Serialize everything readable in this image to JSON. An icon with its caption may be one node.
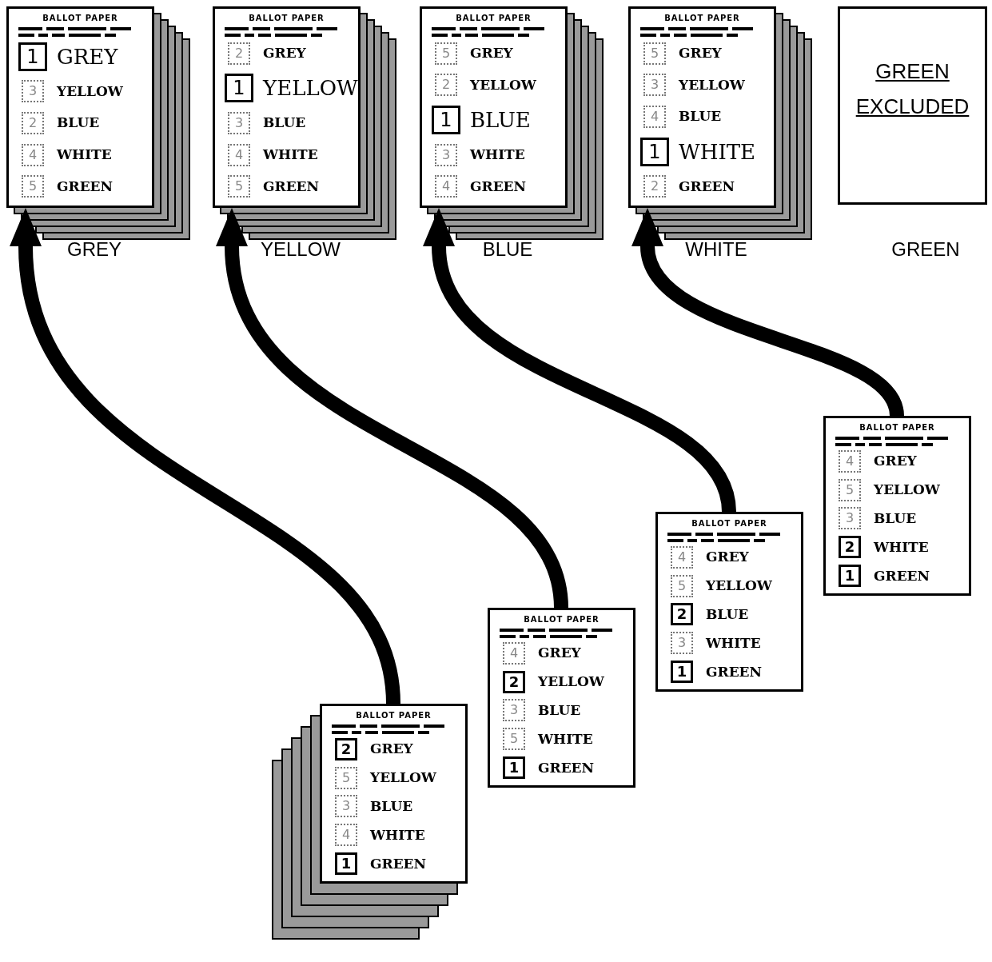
{
  "diagram": {
    "nodes": [
      {
        "text": [
          "BALLOT PAPER",
          "GREY",
          "YELLOW",
          "BLUE",
          "WHITE",
          "GREEN"
        ],
        "beside": [
          "GREY"
        ]
      },
      {
        "text": [
          "1"
        ],
        "in": 0
      },
      {
        "text": [
          "3"
        ],
        "in": 0
      },
      {
        "text": [
          "2"
        ],
        "in": 0
      },
      {
        "text": [
          "4"
        ],
        "in": 0
      },
      {
        "text": [
          "5"
        ],
        "in": 0
      },
      {
        "text": [
          "BALLOT PAPER",
          "GREY",
          "YELLOW",
          "BLUE",
          "WHITE",
          "GREEN"
        ],
        "beside": [
          "YELLOW"
        ]
      },
      {
        "text": [
          "2"
        ],
        "in": 6
      },
      {
        "text": [
          "1"
        ],
        "in": 6
      },
      {
        "text": [
          "3"
        ],
        "in": 6
      },
      {
        "text": [
          "4"
        ],
        "in": 6
      },
      {
        "text": [
          "5"
        ],
        "in": 6
      },
      {
        "text": [
          "BALLOT PAPER",
          "GREY",
          "YELLOW",
          "BLUE",
          "WHITE",
          "GREEN"
        ],
        "beside": [
          "BLUE"
        ]
      },
      {
        "text": [
          "5"
        ],
        "in": 12
      },
      {
        "text": [
          "2"
        ],
        "in": 12
      },
      {
        "text": [
          "1"
        ],
        "in": 12
      },
      {
        "text": [
          "3"
        ],
        "in": 12
      },
      {
        "text": [
          "4"
        ],
        "in": 12
      },
      {
        "text": [
          "BALLOT PAPER",
          "GREY",
          "YELLOW",
          "BLUE",
          "WHITE",
          "GREEN"
        ],
        "beside": [
          "WHITE"
        ]
      },
      {
        "text": [
          "5"
        ],
        "in": 18
      },
      {
        "text": [
          "3"
        ],
        "in": 18
      },
      {
        "text": [
          "4"
        ],
        "in": 18
      },
      {
        "text": [
          "1"
        ],
        "in": 18
      },
      {
        "text": [
          "2"
        ],
        "in": 18
      },
      {
        "text": [
          "GREEN EXCLUDED"
        ],
        "beside": [
          "GREEN"
        ]
      },
      {
        "text": [
          "BALLOT PAPER",
          "GREY",
          "YELLOW",
          "BLUE",
          "WHITE",
          "GREEN"
        ]
      },
      {
        "text": [
          "2"
        ],
        "in": 25
      },
      {
        "text": [
          "5"
        ],
        "in": 25
      },
      {
        "text": [
          "3"
        ],
        "in": 25
      },
      {
        "text": [
          "4"
        ],
        "in": 25
      },
      {
        "text": [
          "1"
        ],
        "in": 25
      },
      {
        "text": [
          "BALLOT PAPER",
          "GREY",
          "YELLOW",
          "BLUE",
          "WHITE",
          "GREEN"
        ]
      },
      {
        "text": [
          "4"
        ],
        "in": 31
      },
      {
        "text": [
          "2"
        ],
        "in": 31
      },
      {
        "text": [
          "3"
        ],
        "in": 31
      },
      {
        "text": [
          "5"
        ],
        "in": 31
      },
      {
        "text": [
          "1"
        ],
        "in": 31
      },
      {
        "text": [
          "BALLOT PAPER",
          "GREY",
          "YELLOW",
          "BLUE",
          "WHITE",
          "GREEN"
        ]
      },
      {
        "text": [
          "4"
        ],
        "in": 37
      },
      {
        "text": [
          "5"
        ],
        "in": 37
      },
      {
        "text": [
          "2"
        ],
        "in": 37
      },
      {
        "text": [
          "3"
        ],
        "in": 37
      },
      {
        "text": [
          "1"
        ],
        "in": 37
      },
      {
        "text": [
          "BALLOT PAPER",
          "GREY",
          "YELLOW",
          "BLUE",
          "WHITE",
          "GREEN"
        ]
      },
      {
        "text": [
          "4"
        ],
        "in": 43
      },
      {
        "text": [
          "5"
        ],
        "in": 43
      },
      {
        "text": [
          "3"
        ],
        "in": 43
      },
      {
        "text": [
          "2"
        ],
        "in": 43
      },
      {
        "text": [
          "1"
        ],
        "in": 43
      }
    ],
    "edges": [
      {
        "from": 25,
        "to": 0,
        "arrow": "to"
      },
      {
        "from": 31,
        "to": 6,
        "arrow": "to"
      },
      {
        "from": 37,
        "to": 12,
        "arrow": "to"
      },
      {
        "from": 43,
        "to": 18,
        "arrow": "to"
      }
    ]
  }
}
